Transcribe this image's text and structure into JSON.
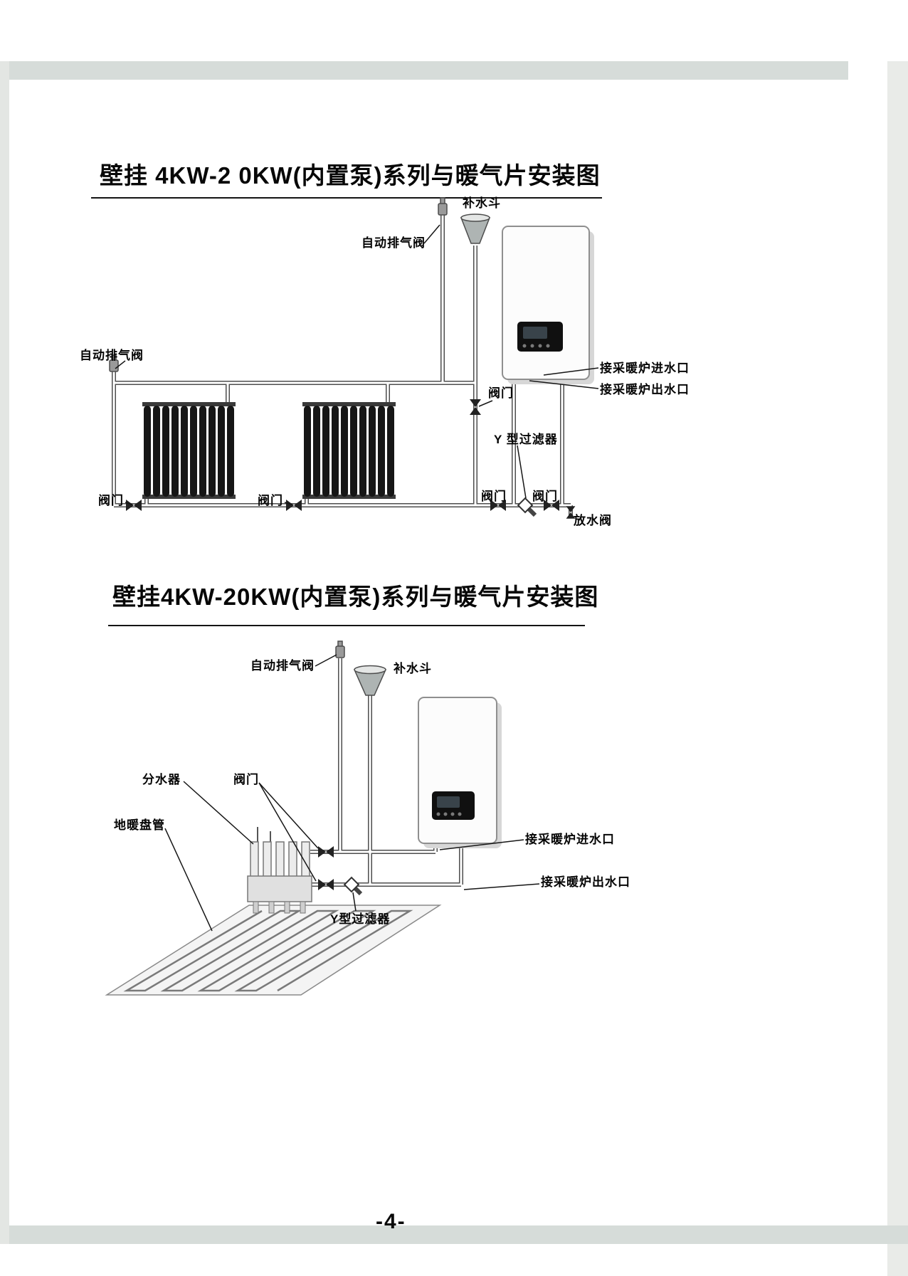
{
  "page": {
    "number_label": "-4-"
  },
  "diagram1": {
    "title": "壁挂 4KW-2 0KW(内置泵)系列与暖气片安装图",
    "labels": {
      "water_funnel": "补水斗",
      "auto_vent_top": "自动排气阀",
      "auto_vent_left": "自动排气阀",
      "boiler_inlet": "接采暖炉进水口",
      "boiler_outlet": "接采暖炉出水口",
      "valve_mid": "阀门",
      "y_filter": "Y 型过滤器",
      "valve_rad1": "阀门",
      "valve_rad2": "阀门",
      "valve_b1": "阀门",
      "valve_b2": "阀门",
      "drain_valve": "放水阀"
    }
  },
  "diagram2": {
    "title": "壁挂4KW-20KW(内置泵)系列与暖气片安装图",
    "labels": {
      "auto_vent": "自动排气阀",
      "water_funnel": "补水斗",
      "manifold": "分水器",
      "valve": "阀门",
      "floor_coil": "地暖盘管",
      "y_filter": "Y型过滤器",
      "boiler_inlet": "接采暖炉进水口",
      "boiler_outlet": "接采暖炉出水口"
    }
  }
}
